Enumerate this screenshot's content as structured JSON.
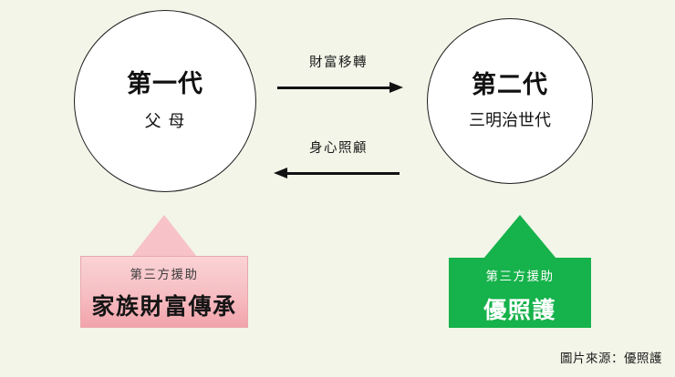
{
  "background_color": "#f2f5e8",
  "generations": [
    {
      "id": "first",
      "title": "第一代",
      "subtitle": "父 母"
    },
    {
      "id": "second",
      "title": "第二代",
      "subtitle": "三明治世代"
    }
  ],
  "flows": [
    {
      "id": "wealth",
      "label": "財富移轉",
      "direction": "right",
      "color": "#121212"
    },
    {
      "id": "care",
      "label": "身心照顧",
      "direction": "left",
      "color": "#121212"
    }
  ],
  "support_blocks": [
    {
      "id": "family",
      "sub_label": "第三方援助",
      "main_label": "家族財富傳承",
      "color": "#f2a3ab",
      "text_color": "#151515"
    },
    {
      "id": "ucare",
      "sub_label": "第三方援助",
      "main_label": "優照護",
      "color": "#16b24b",
      "text_color": "#ffffff"
    }
  ],
  "credit": "圖片來源：優照護"
}
